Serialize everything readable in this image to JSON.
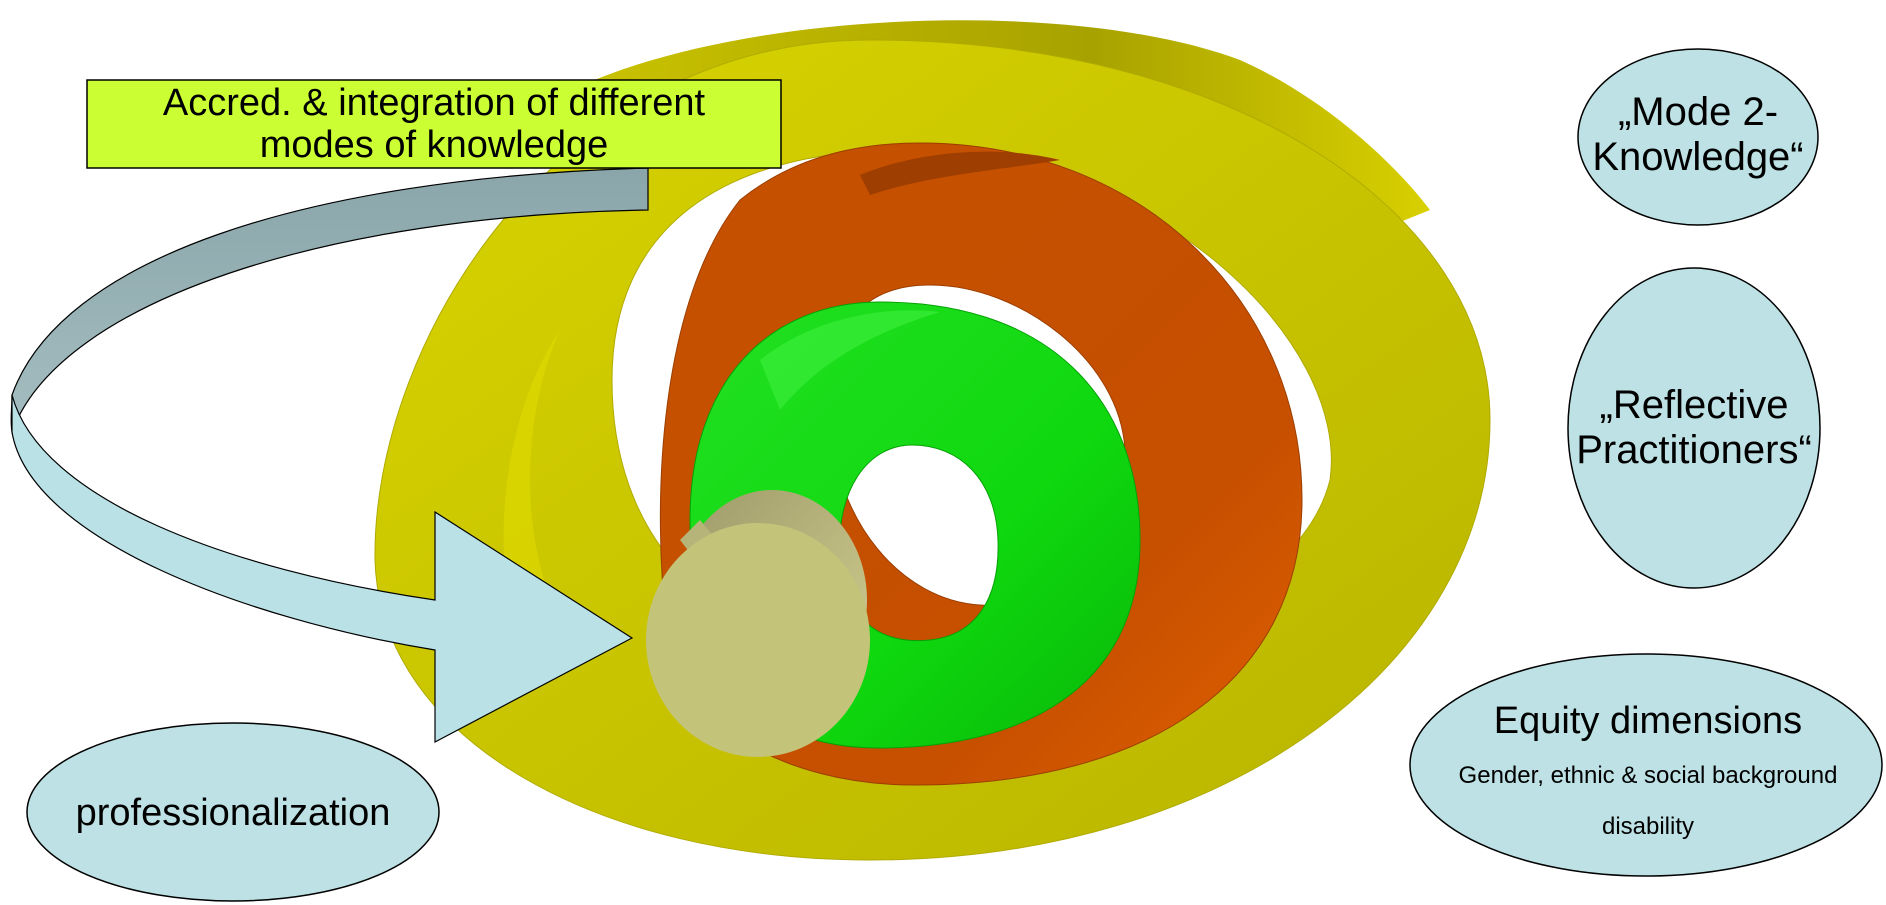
{
  "colors": {
    "outer_ring": "#cfc600",
    "middle_ring": "#c65200",
    "inner_ring": "#11d711",
    "cylinder": "#c4c27a",
    "label_box": "#ccff33",
    "arrow_fill": "#b9e1e6",
    "ellipse_fill": "#bde1e4"
  },
  "labels": {
    "accreditation_line1": "Accred. & integration of different",
    "accreditation_line2": "modes of knowledge",
    "mode2_line1": "„Mode 2-",
    "mode2_line2": "Knowledge“",
    "reflective_line1": "„Reflective",
    "reflective_line2": "Practitioners“",
    "equity_title": "Equity dimensions",
    "equity_line1": "Gender, ethnic & social background",
    "equity_line2": "disability",
    "professionalization": "professionalization"
  }
}
